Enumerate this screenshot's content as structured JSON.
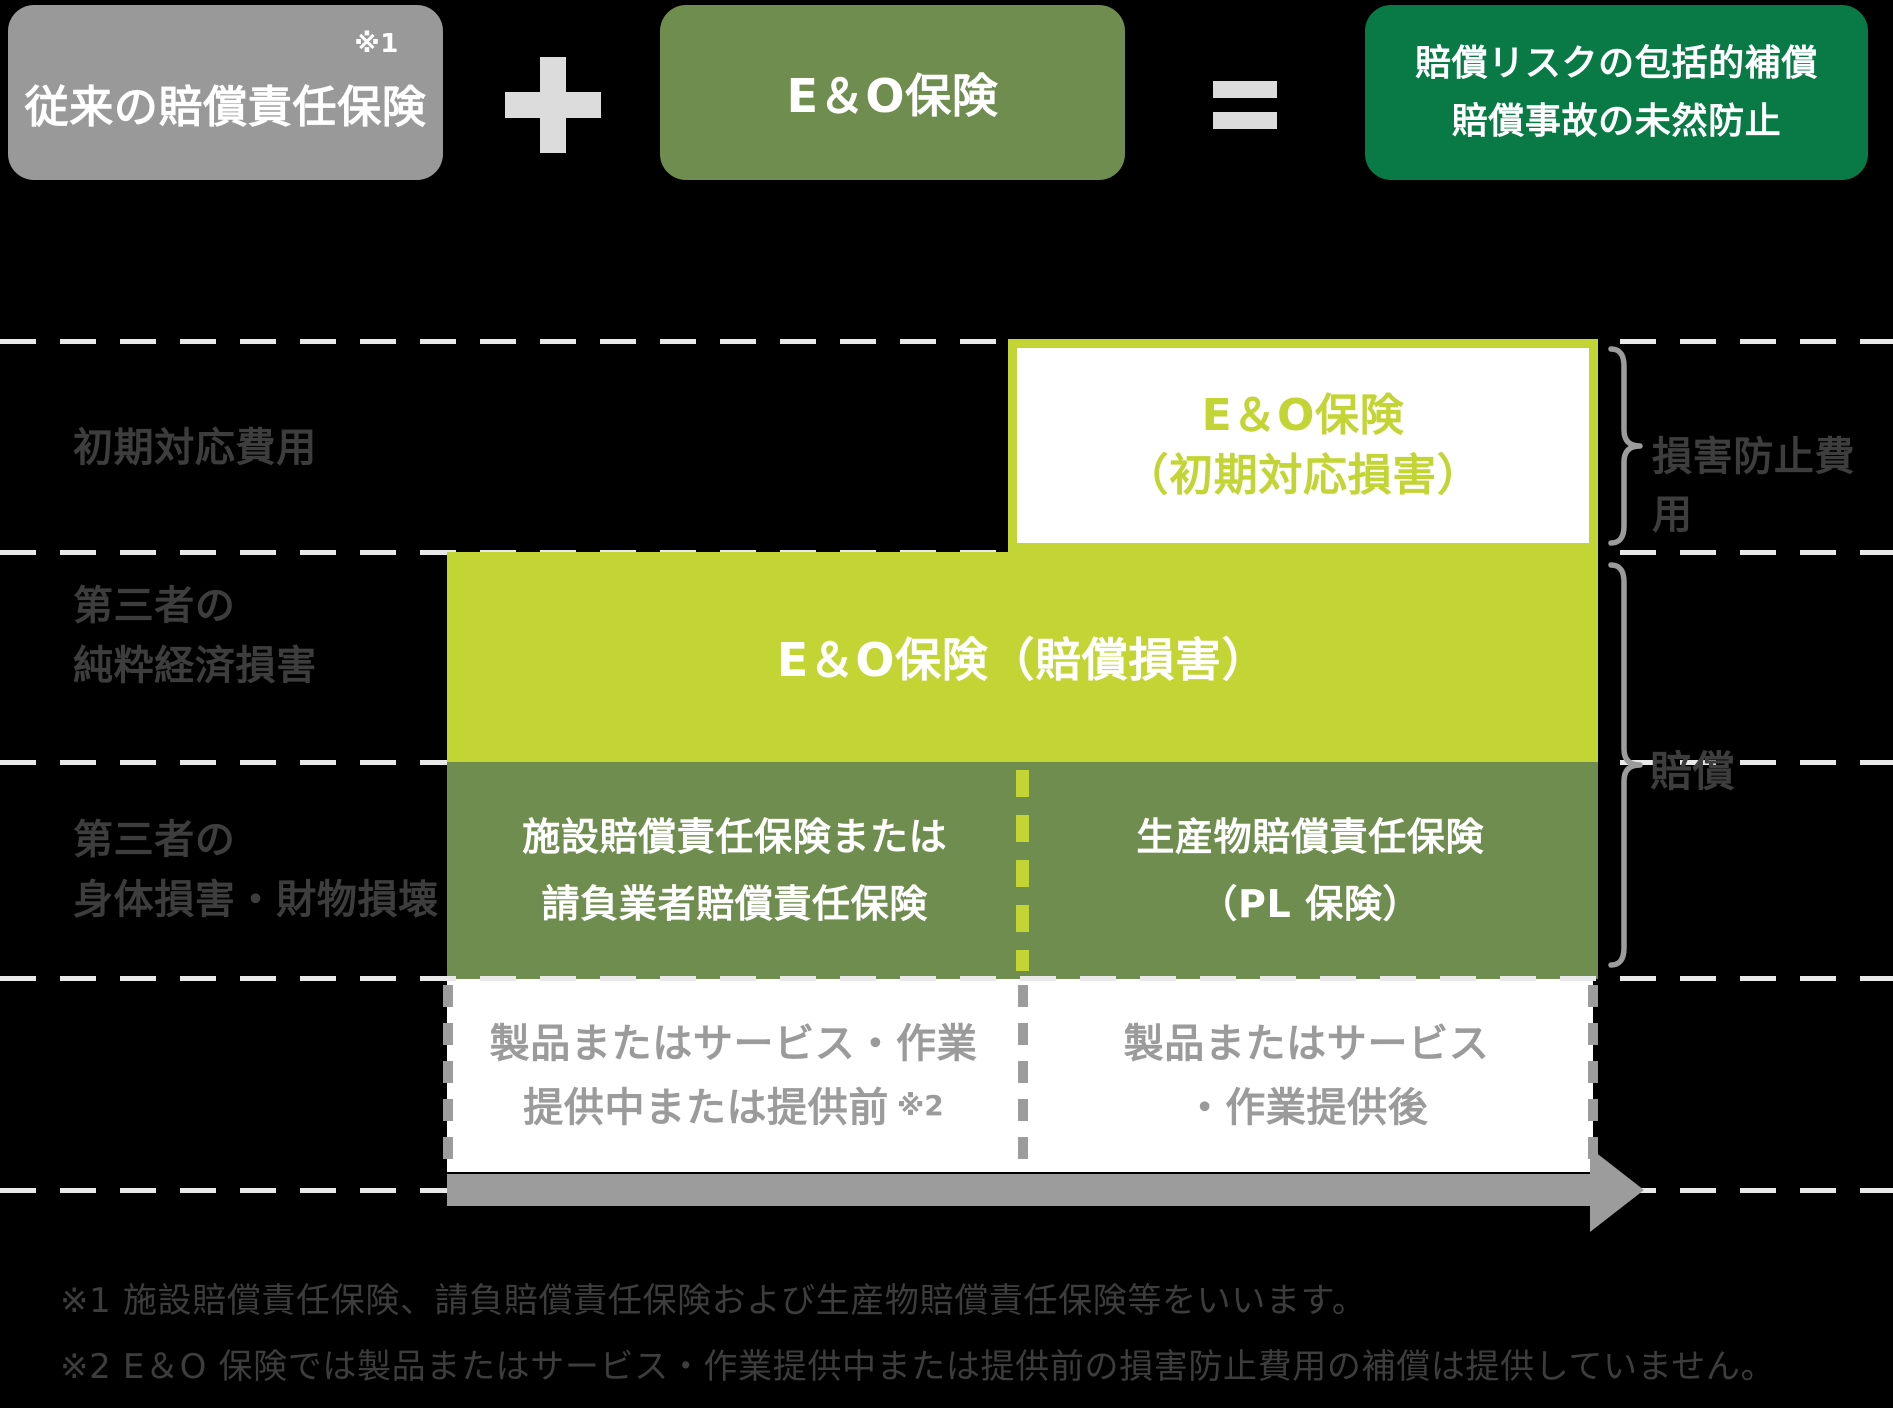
{
  "formula": {
    "box1": {
      "label": "従来の賠償責任保険",
      "note_ref": "※1"
    },
    "plus_sign": "+",
    "box2": {
      "label": "E＆O保険"
    },
    "equals_sign": "=",
    "box3": {
      "line1": "賠償リスクの包括的補償",
      "line2": "賠償事故の未然防止"
    }
  },
  "matrix": {
    "row_labels": {
      "row1": {
        "line1": "初期対応費用"
      },
      "row2": {
        "line1": "第三者の",
        "line2": "純粋経済損害"
      },
      "row3": {
        "line1": "第三者の",
        "line2": "身体損害・財物損壊"
      }
    },
    "eo_initial_box": {
      "line1": "E＆O保険",
      "line2": "（初期対応損害）"
    },
    "eo_liability_box": {
      "label": "E＆O保険（賠償損害）"
    },
    "sage_left_cell": {
      "line1": "施設賠償責任保険または",
      "line2": "請負業者賠償責任保険"
    },
    "sage_right_cell": {
      "line1": "生産物賠償責任保険",
      "line2": "（PL 保険）"
    },
    "timeline_left_cell": {
      "line1": "製品またはサービス・作業",
      "line2": "提供中または提供前",
      "note_ref": "※2"
    },
    "timeline_right_cell": {
      "line1": "製品またはサービス",
      "line2": "・作業提供後"
    }
  },
  "brackets": {
    "top": {
      "label": "損害防止費用"
    },
    "bottom": {
      "label": "賠償"
    }
  },
  "footnotes": {
    "note1": "※1 施設賠償責任保険、請負賠償責任保険および生産物賠償責任保険等をいいます。",
    "note2": "※2 E＆O 保険では製品またはサービス・作業提供中または提供前の損害防止費用の補償は提供していません。"
  },
  "colors": {
    "background": "#000000",
    "gray_box": "#999999",
    "sage_green": "#6F8D4F",
    "dark_green": "#097A45",
    "chartreuse": "#C3D435",
    "operator_gray": "#dcdcdc",
    "dashed_line": "#e9e9e9",
    "neutral_gray": "#9c9c9c",
    "dark_text": "#3d3d3d",
    "white": "#ffffff"
  }
}
